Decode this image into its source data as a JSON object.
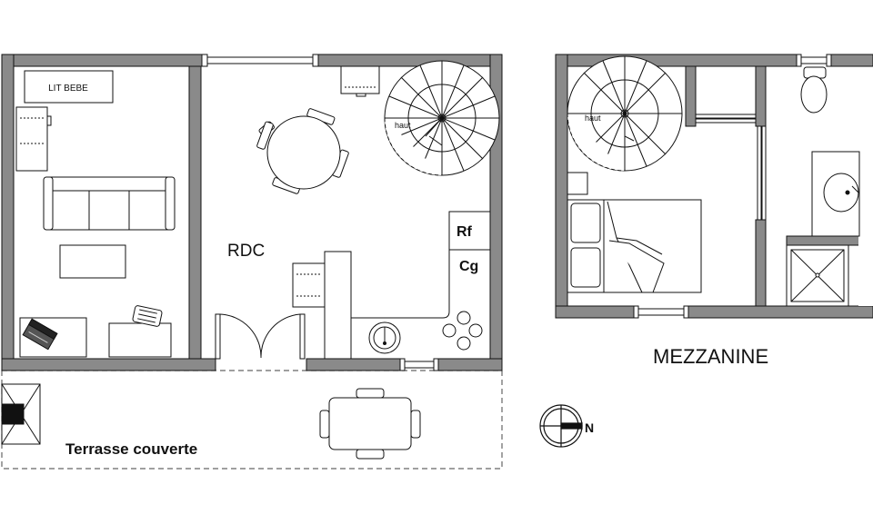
{
  "labels": {
    "lit_bebe": "LIT BEBE",
    "rdc": "RDC",
    "haut_rdc": "haut",
    "haut_mezz": "haut",
    "rf": "Rf",
    "cg": "Cg",
    "terrasse": "Terrasse couverte",
    "mezzanine": "MEZZANINE",
    "north": "N"
  },
  "colors": {
    "wall": "#8a8a8a",
    "wall_stroke": "#111111",
    "line": "#222222",
    "terrace_border": "#666666"
  }
}
